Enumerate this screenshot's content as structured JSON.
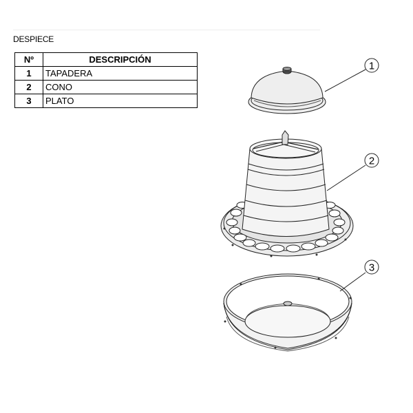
{
  "title": "DESPIECE",
  "table": {
    "headers": [
      "Nº",
      "DESCRIPCIÓN"
    ],
    "rows": [
      {
        "num": "1",
        "desc": "TAPADERA"
      },
      {
        "num": "2",
        "desc": "CONO"
      },
      {
        "num": "3",
        "desc": "PLATO"
      }
    ]
  },
  "callouts": [
    "1",
    "2",
    "3"
  ]
}
